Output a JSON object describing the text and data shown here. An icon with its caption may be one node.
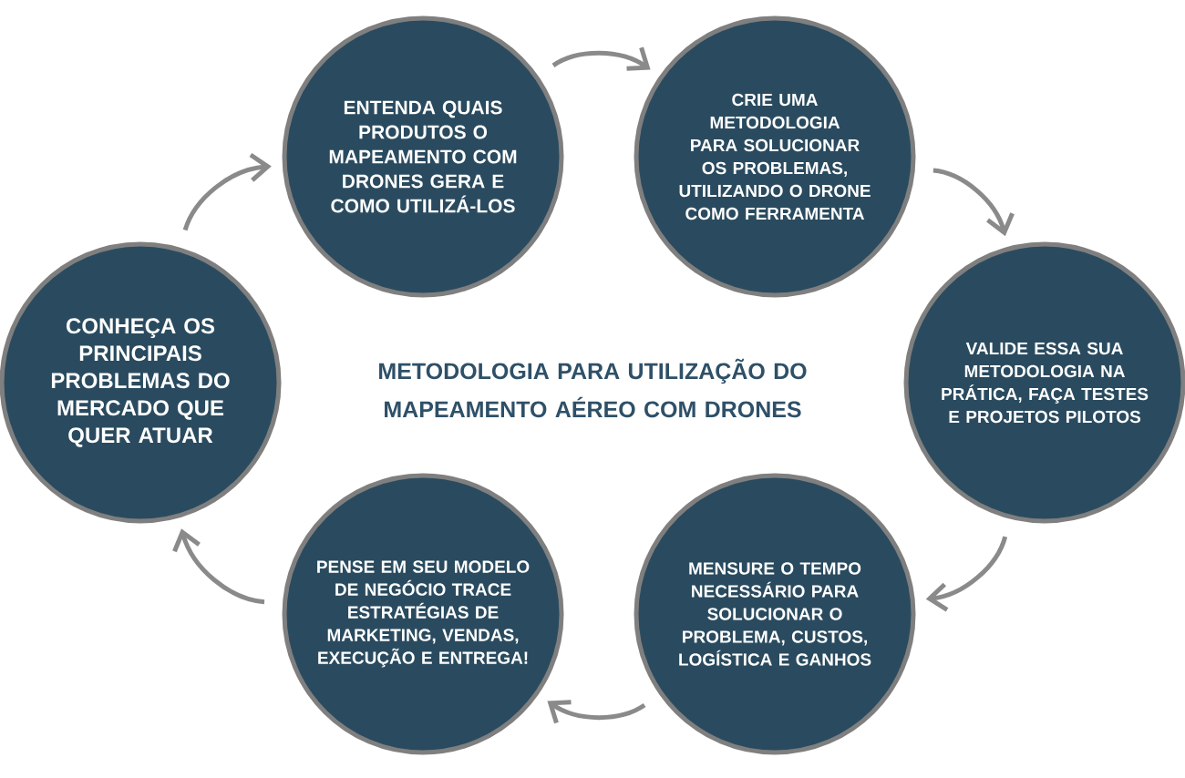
{
  "diagram": {
    "title": "METODOLOGIA PARA UTILIZAÇÃO DO MAPEAMENTO AÉREO COM DRONES",
    "nodes": [
      {
        "text": [
          "CONHEÇA OS PRINCIPAIS PROBLEMAS DO MERCADO QUE QUER ATUAR"
        ]
      },
      {
        "text": [
          "ENTENDA QUAIS PRODUTOS O MAPEAMENTO COM DRONES GERA E COMO UTILIZÁ-LOS"
        ]
      },
      {
        "text": [
          "CRIE UMA METODOLOGIA PARA SOLUCIONAR OS PROBLEMAS, UTILIZANDO O DRONE COMO FERRAMENTA"
        ]
      },
      {
        "text": [
          "VALIDE ESSA SUA METODOLOGIA NA PRÁTICA, FAÇA TESTES E PROJETOS PILOTOS"
        ]
      },
      {
        "text": [
          "MENSURE O TEMPO NECESSÁRIO PARA SOLUCIONAR O PROBLEMA, CUSTOS, LOGÍSTICA E GANHOS"
        ]
      },
      {
        "text": [
          "PENSE EM SEU MODELO DE NEGÓCIO TRACE ESTRATÉGIAS DE MARKETING, VENDAS, EXECUÇÃO E ENTREGA!"
        ]
      }
    ],
    "edges": [
      {
        "from": 0,
        "to": 1,
        "arrow": "to"
      },
      {
        "from": 1,
        "to": 2,
        "arrow": "to"
      },
      {
        "from": 2,
        "to": 3,
        "arrow": "to"
      },
      {
        "from": 3,
        "to": 4,
        "arrow": "to"
      },
      {
        "from": 4,
        "to": 5,
        "arrow": "to"
      },
      {
        "from": 5,
        "to": 0,
        "arrow": "to"
      }
    ]
  }
}
